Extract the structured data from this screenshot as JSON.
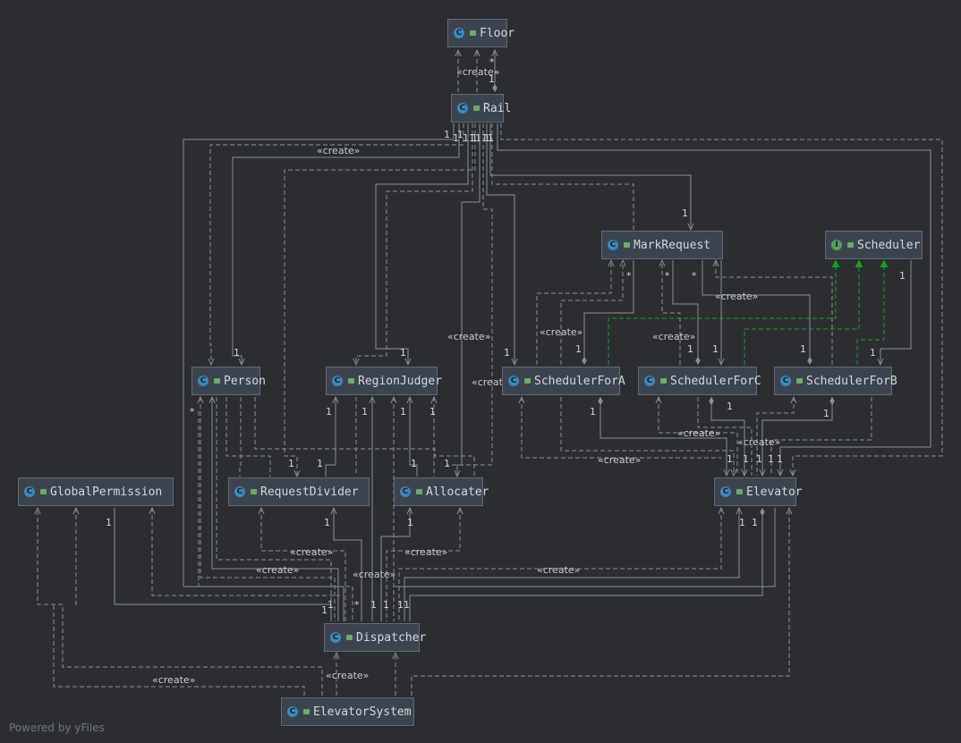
{
  "diagram": {
    "nodes": {
      "floor": {
        "label": "Floor",
        "kind": "C"
      },
      "rail": {
        "label": "Rail",
        "kind": "C"
      },
      "mark_request": {
        "label": "MarkRequest",
        "kind": "C"
      },
      "scheduler": {
        "label": "Scheduler",
        "kind": "I"
      },
      "person": {
        "label": "Person",
        "kind": "C"
      },
      "region_judger": {
        "label": "RegionJudger",
        "kind": "C"
      },
      "scheduler_for_a": {
        "label": "SchedulerForA",
        "kind": "C"
      },
      "scheduler_for_c": {
        "label": "SchedulerForC",
        "kind": "C"
      },
      "scheduler_for_b": {
        "label": "SchedulerForB",
        "kind": "C"
      },
      "global_permission": {
        "label": "GlobalPermission",
        "kind": "C"
      },
      "request_divider": {
        "label": "RequestDivider",
        "kind": "C"
      },
      "allocater": {
        "label": "Allocater",
        "kind": "C"
      },
      "elevator": {
        "label": "Elevator",
        "kind": "C"
      },
      "dispatcher": {
        "label": "Dispatcher",
        "kind": "C"
      },
      "elevator_system": {
        "label": "ElevatorSystem",
        "kind": "C"
      }
    },
    "stereotype": "«create»",
    "edge_labels": [
      "«create»",
      "«create»",
      "«create»",
      "«create»",
      "«create»",
      "«create»",
      "«create»",
      "«create»",
      "«create»",
      "«create»",
      "«create»",
      "«create»",
      "«create»",
      "«create»",
      "«create»",
      "«create»",
      "«create»",
      "«create»"
    ],
    "multiplicities": [
      "1",
      "*",
      "1",
      "1",
      "1",
      "11",
      "1",
      "11",
      "1",
      "1",
      "1",
      "1",
      "*",
      "*",
      "*",
      "1",
      "1",
      "1",
      "1",
      "1",
      "1",
      "1",
      "1",
      "*",
      "1",
      "1",
      "1",
      "1",
      "1",
      "1",
      "1",
      "1",
      "1",
      "1",
      "1",
      "1",
      "1",
      "1",
      "1",
      "1",
      "1",
      "1",
      "1",
      "1",
      "1",
      "1",
      "1",
      "*",
      "1",
      "1",
      "11",
      "11",
      "1",
      "11"
    ],
    "footer": "Powered by yFiles"
  }
}
